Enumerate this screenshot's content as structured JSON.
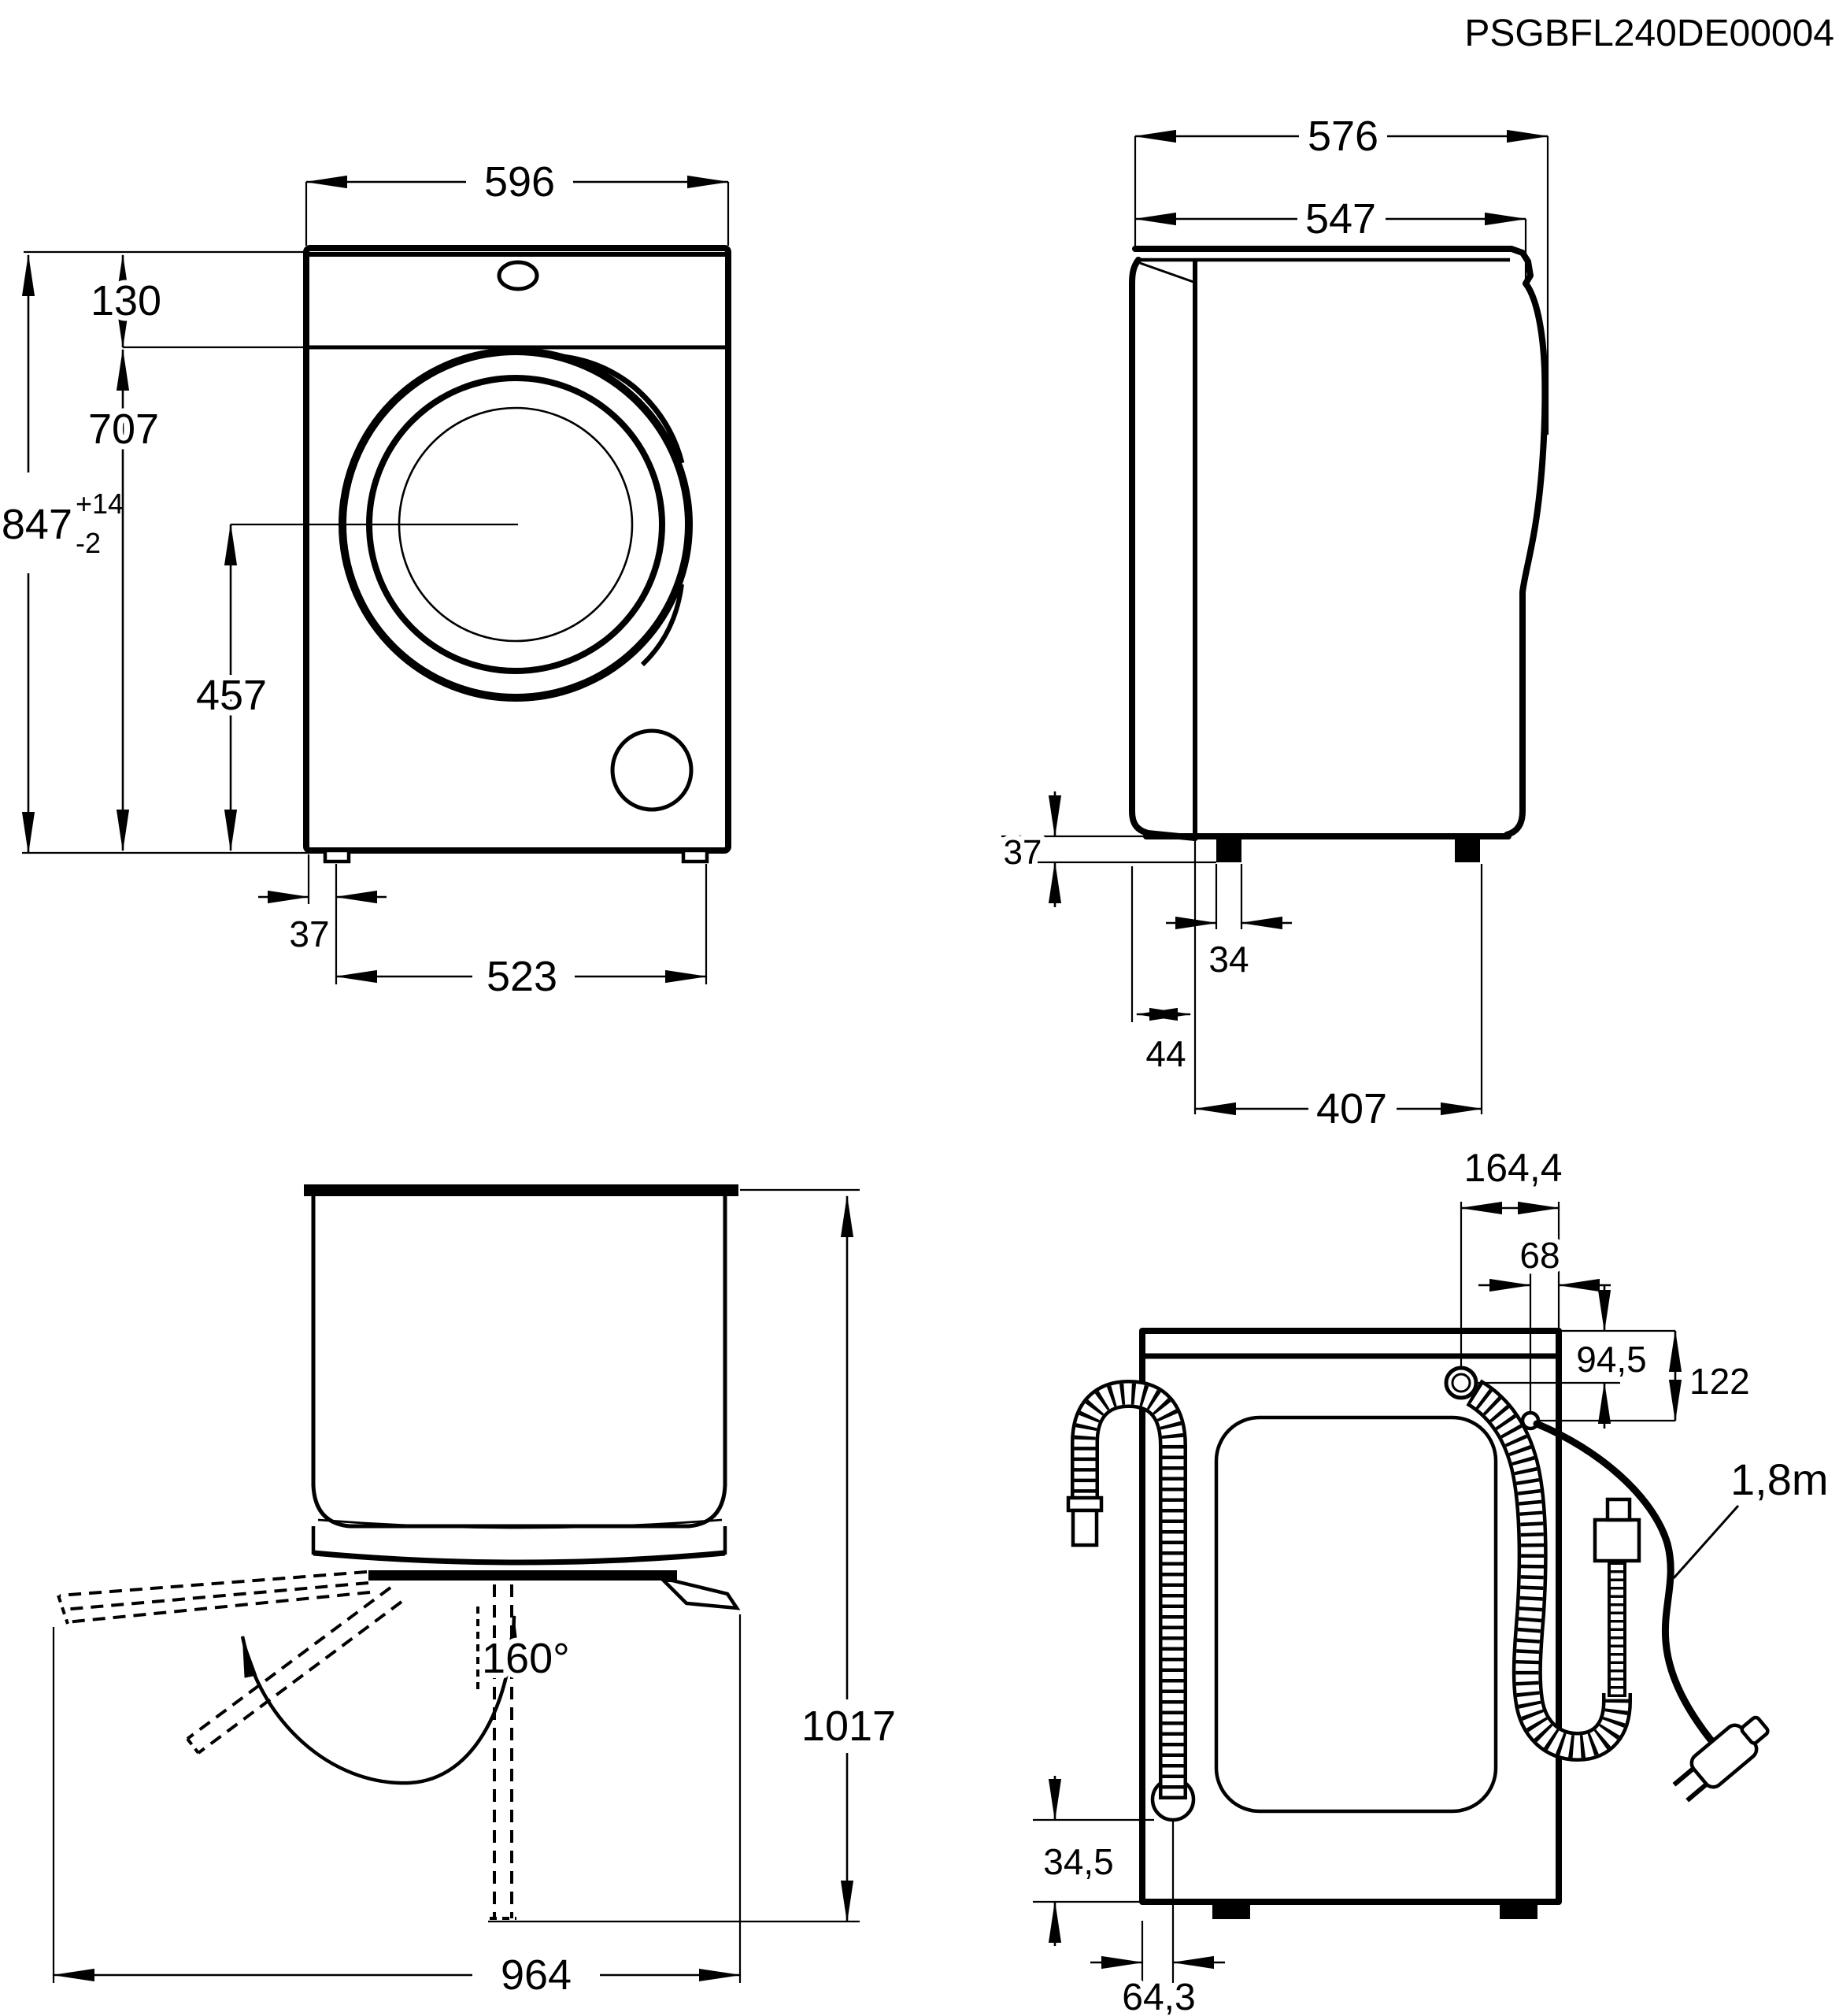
{
  "doc": {
    "code": "PSGBFL240DE00004"
  },
  "views": {
    "front": {
      "label": "front-view-dimensions",
      "dims": {
        "width_top": "596",
        "top_panel_height": "130",
        "door_center_height": "707",
        "total_height": "847",
        "total_height_tol_plus": "+14",
        "total_height_tol_minus": "-2",
        "drum_center_to_floor": "457",
        "foot_edge_offset": "37",
        "feet_span": "523"
      }
    },
    "side": {
      "label": "side-view-dimensions",
      "dims": {
        "depth_total": "576",
        "depth_body": "547",
        "plinth_height": "37",
        "foot_width": "34",
        "rear_offset": "44",
        "feet_span": "407"
      }
    },
    "top": {
      "label": "top-view-door-open-dimensions",
      "dims": {
        "door_open_angle": "160°",
        "depth_door_open": "1017",
        "width_door_open": "964"
      }
    },
    "rear": {
      "label": "rear-view-dimensions",
      "dims": {
        "drain_outlet_offset": "164,4",
        "cord_exit_offset": "68",
        "drain_outlet_height": "94,5",
        "cord_exit_height": "122",
        "cord_length": "1,8m",
        "inlet_height": "34,5",
        "inlet_offset": "64,3"
      }
    }
  }
}
